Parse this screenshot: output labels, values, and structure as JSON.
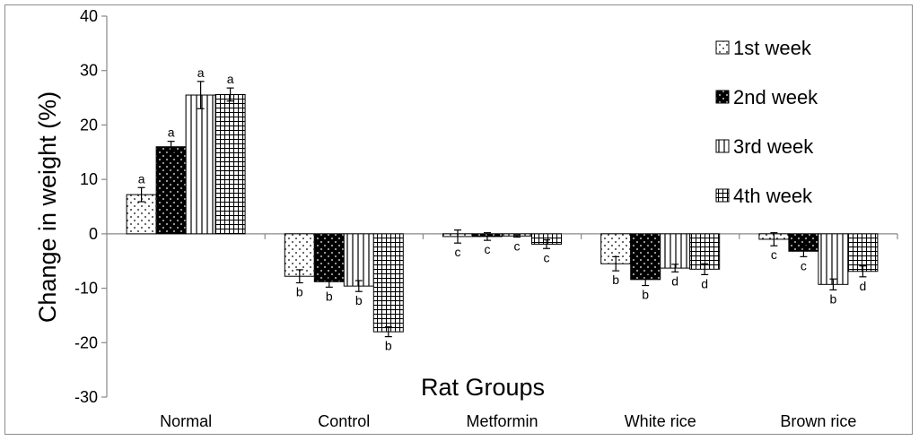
{
  "chart_data": {
    "type": "bar",
    "title": "",
    "xlabel": "Rat Groups",
    "ylabel": "Change in weight (%)",
    "ylim": [
      -30,
      40
    ],
    "yticks": [
      40,
      30,
      20,
      10,
      0,
      -10,
      -20,
      -30
    ],
    "categories": [
      "Normal",
      "Control",
      "Metformin",
      "White rice",
      "Brown rice"
    ],
    "legend_position": "top-right",
    "grid": false,
    "series": [
      {
        "name": "1st week",
        "pattern": "dots",
        "values": [
          7.2,
          -7.8,
          -0.5,
          -5.5,
          -1.0
        ],
        "errors": [
          1.3,
          1.2,
          1.2,
          1.3,
          1.2
        ],
        "letters": [
          "a",
          "b",
          "c",
          "b",
          "c"
        ]
      },
      {
        "name": "2nd week",
        "pattern": "solid-dots",
        "values": [
          16.0,
          -8.8,
          -0.5,
          -8.4,
          -3.2
        ],
        "errors": [
          1.0,
          1.0,
          0.7,
          1.1,
          1.0
        ],
        "letters": [
          "a",
          "b",
          "c",
          "b",
          "c"
        ]
      },
      {
        "name": "3rd week",
        "pattern": "vertical-lines",
        "values": [
          25.5,
          -9.6,
          -0.4,
          -6.3,
          -9.3
        ],
        "errors": [
          2.5,
          1.0,
          0.2,
          0.7,
          1.0
        ],
        "letters": [
          "a",
          "b",
          "c",
          "d",
          "b"
        ]
      },
      {
        "name": "4th week",
        "pattern": "grid",
        "values": [
          25.6,
          -18.0,
          -1.9,
          -6.5,
          -6.9
        ],
        "errors": [
          1.2,
          0.9,
          0.8,
          1.0,
          1.0
        ],
        "letters": [
          "a",
          "b",
          "c",
          "d",
          "d"
        ]
      }
    ]
  }
}
